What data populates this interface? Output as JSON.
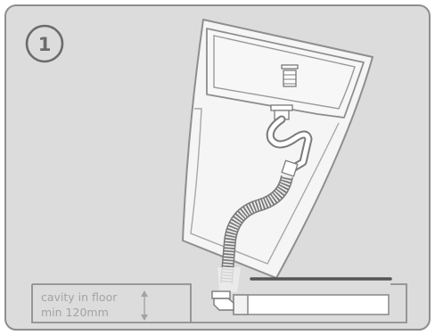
{
  "step": {
    "number": "1"
  },
  "floor_note": {
    "line1": "cavity in floor",
    "line2": "min 120mm"
  },
  "colors": {
    "panel_fill": "#dcdcdc",
    "outline": "#8e8e8e",
    "basin_fill": "#f7f7f7",
    "text": "#a3a3a3",
    "dark_line": "#555555"
  }
}
